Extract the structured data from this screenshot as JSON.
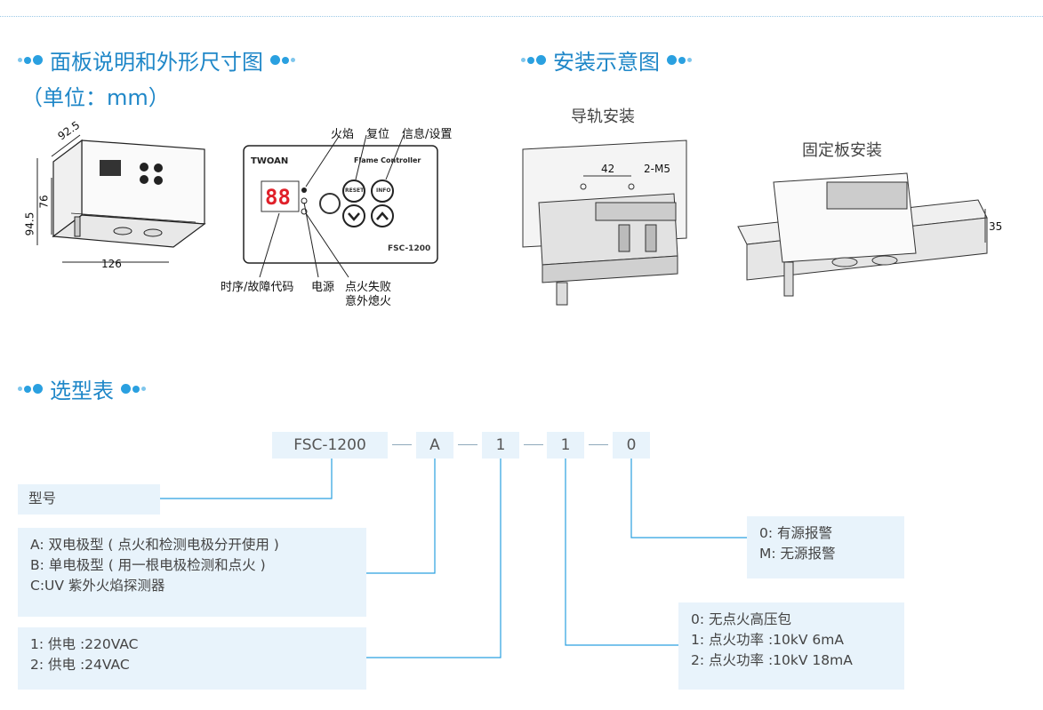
{
  "header": {
    "panel_title": "面板说明和外形尺寸图",
    "panel_unit": "（单位：mm）",
    "install_title": "安装示意图"
  },
  "panel_diagram": {
    "dimensions": {
      "width_top": "92.5",
      "height_outer": "94.5",
      "height_inner": "76",
      "length": "126"
    },
    "labels": {
      "flame": "火焰",
      "reset": "复位",
      "info_settings": "信息/设置",
      "sequence_code": "时序/故障代码",
      "power": "电源",
      "ignition_fail_1": "点火失败",
      "ignition_fail_2": "意外熄火"
    },
    "device": {
      "brand": "TWOAN",
      "name": "Flame Controller",
      "model": "FSC-1200",
      "display": "88",
      "reset_btn": "RESET",
      "info_btn": "INFO"
    }
  },
  "install": {
    "rail_caption": "导轨安装",
    "plate_caption": "固定板安装",
    "rail_dim": "42",
    "rail_screw": "2-M5",
    "plate_dim": "35"
  },
  "selection": {
    "title": "选型表",
    "codes": [
      "FSC-1200",
      "A",
      "1",
      "1",
      "0"
    ],
    "model_label": "型号",
    "electrode_options": [
      "A: 双电极型 ( 点火和检测电极分开使用 )",
      "B: 单电极型 ( 用一根电极检测和点火 )",
      "C:UV 紫外火焰探测器"
    ],
    "power_options": [
      "1: 供电 :220VAC",
      "2: 供电 :24VAC"
    ],
    "alarm_options": [
      "0: 有源报警",
      "M: 无源报警"
    ],
    "ignition_options": [
      "0: 无点火高压包",
      "1: 点火功率 :10kV 6mA",
      "2: 点火功率 :10kV 18mA"
    ]
  },
  "colors": {
    "accent": "#1f87c8",
    "box_bg": "#e8f3fb",
    "leader": "#2aa0e0",
    "display_red": "#e0202a"
  }
}
